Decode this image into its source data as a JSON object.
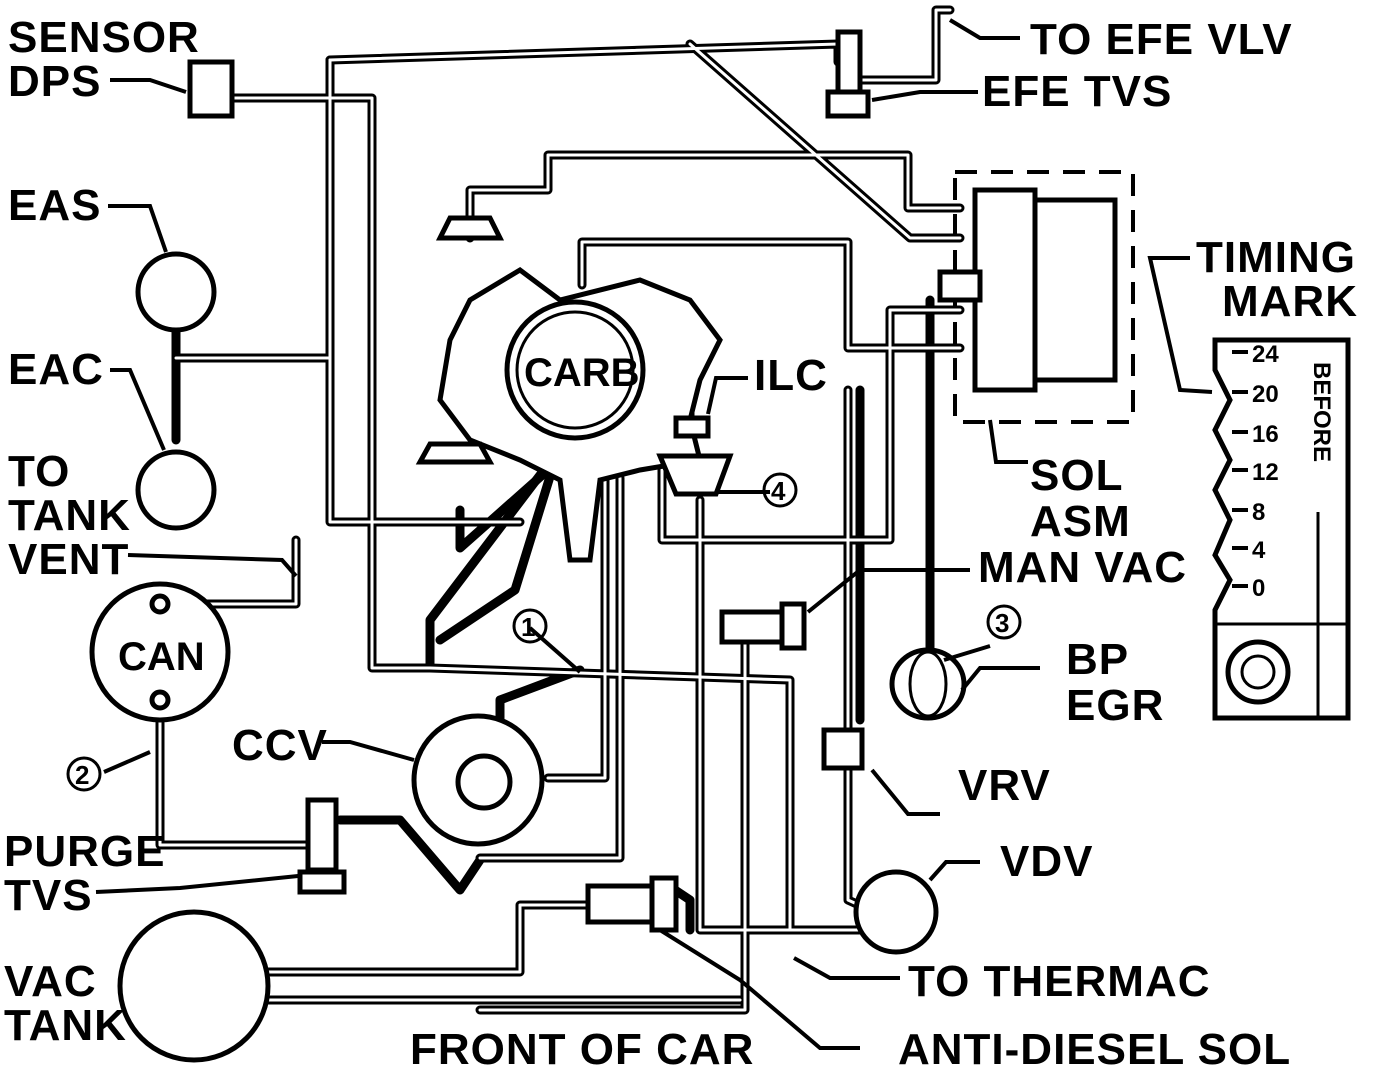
{
  "labels": {
    "sensor": "SENSOR",
    "dps": "DPS",
    "eas": "EAS",
    "eac": "EAC",
    "to_tank_vent_1": "TO",
    "to_tank_vent_2": "TANK",
    "to_tank_vent_3": "VENT",
    "ccv": "CCV",
    "purge_tvs_1": "PURGE",
    "purge_tvs_2": "TVS",
    "vac_tank_1": "VAC",
    "vac_tank_2": "TANK",
    "front_of_car": "FRONT OF CAR",
    "anti_diesel_sol": "ANTI-DIESEL SOL",
    "to_thermac": "TO THERMAC",
    "vdv": "VDV",
    "vrv": "VRV",
    "bp_egr_1": "BP",
    "bp_egr_2": "EGR",
    "man_vac": "MAN VAC",
    "sol_asm_1": "SOL",
    "sol_asm_2": "ASM",
    "ilc": "ILC",
    "to_efe_vlv": "TO EFE VLV",
    "efe_tvs": "EFE TVS",
    "timing_mark_1": "TIMING",
    "timing_mark_2": "MARK",
    "carb": "CARB",
    "can": "CAN"
  },
  "callouts": {
    "n1": "1",
    "n2": "2",
    "n3": "3",
    "n4": "4"
  },
  "timing_plate": {
    "before": "BEFORE",
    "ticks": [
      "24",
      "20",
      "16",
      "12",
      "8",
      "4",
      "0"
    ]
  }
}
